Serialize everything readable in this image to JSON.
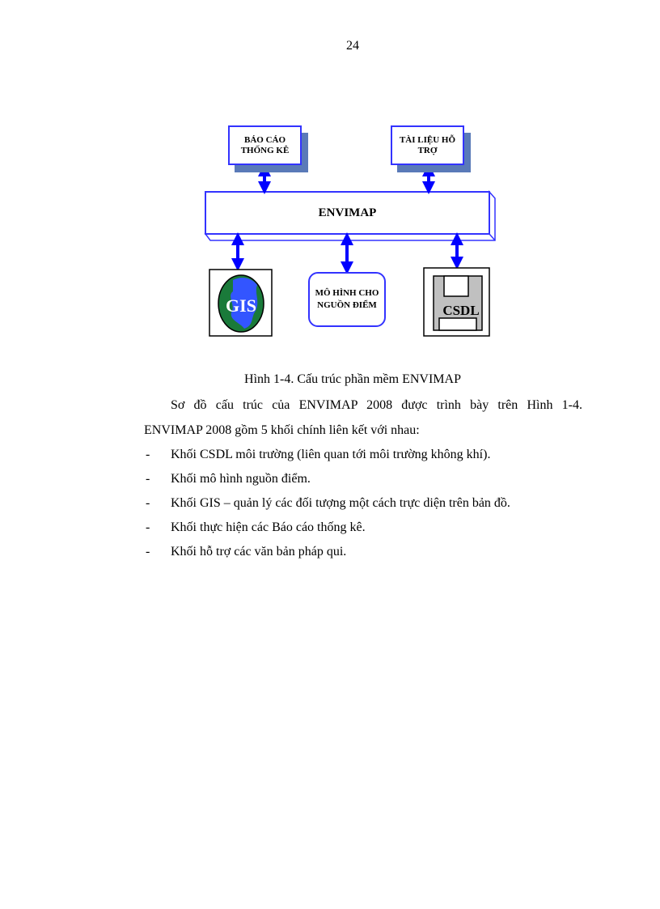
{
  "page_number": "24",
  "diagram": {
    "top_left_box": "BÁO CÁO THỐNG KÊ",
    "top_right_box": "TÀI LIỆU HỖ TRỢ",
    "center_bar": "ENVIMAP",
    "bottom_left_box": "GIS",
    "bottom_center_box": "MÔ HÌNH CHO NGUỒN ĐIỂM",
    "bottom_right_box": "CSDL",
    "colors": {
      "border": "#3333ff",
      "arrow": "#0000ff",
      "shadow": "#5a7ab8",
      "globe": "#1a7a3a",
      "land": "#3355ff",
      "disk": "#c0c0c0"
    }
  },
  "caption": "Hình 1-4. Cấu trúc phần mềm ENVIMAP",
  "paragraph": {
    "line1": "Sơ đồ cấu trúc của ENVIMAP 2008 được trình bày trên Hình 1-4.",
    "line2": "ENVIMAP 2008 gồm 5 khối chính liên kết với nhau:"
  },
  "list": {
    "bullet": "-",
    "items": [
      "Khối CSDL môi trường (liên quan tới môi trường không khí).",
      "Khối mô hình nguồn điểm.",
      "Khối GIS – quản lý các đối tượng một cách trực diện trên bản đồ.",
      "Khối thực hiện các Báo cáo thống kê.",
      "Khối hỗ trợ các văn bản pháp qui."
    ]
  }
}
